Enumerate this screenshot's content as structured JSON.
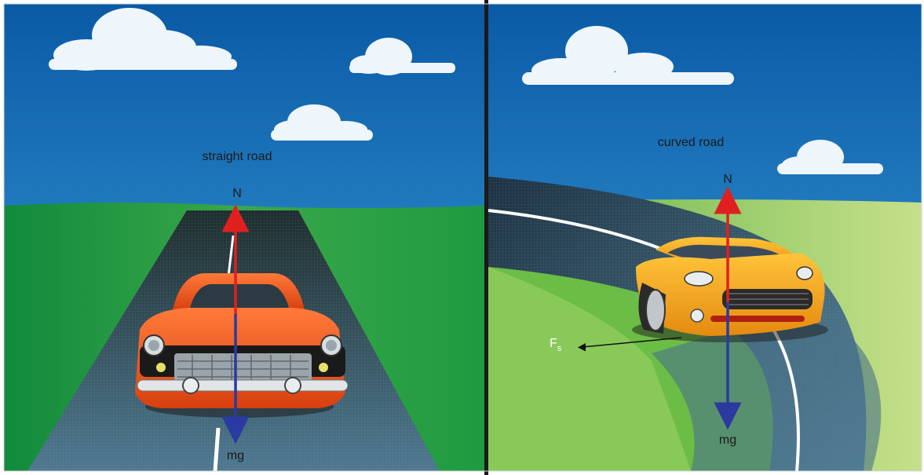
{
  "panels": {
    "left": {
      "caption": "straight road",
      "normal_force_label": "N",
      "weight_label": "mg"
    },
    "right": {
      "caption": "curved road",
      "normal_force_label": "N",
      "weight_label": "mg",
      "friction_label_main": "F",
      "friction_label_sub": "s"
    }
  },
  "colors": {
    "sky_top": "#0a5aa6",
    "sky_bottom": "#3a9ad6",
    "grass_dark": "#1f8a3e",
    "grass_light": "#7cc24a",
    "road": "#2a4a5a",
    "normal_arrow": "#e02020",
    "weight_arrow": "#2a3aa0",
    "car_left": "#f2561d",
    "car_right": "#f5a81e"
  }
}
